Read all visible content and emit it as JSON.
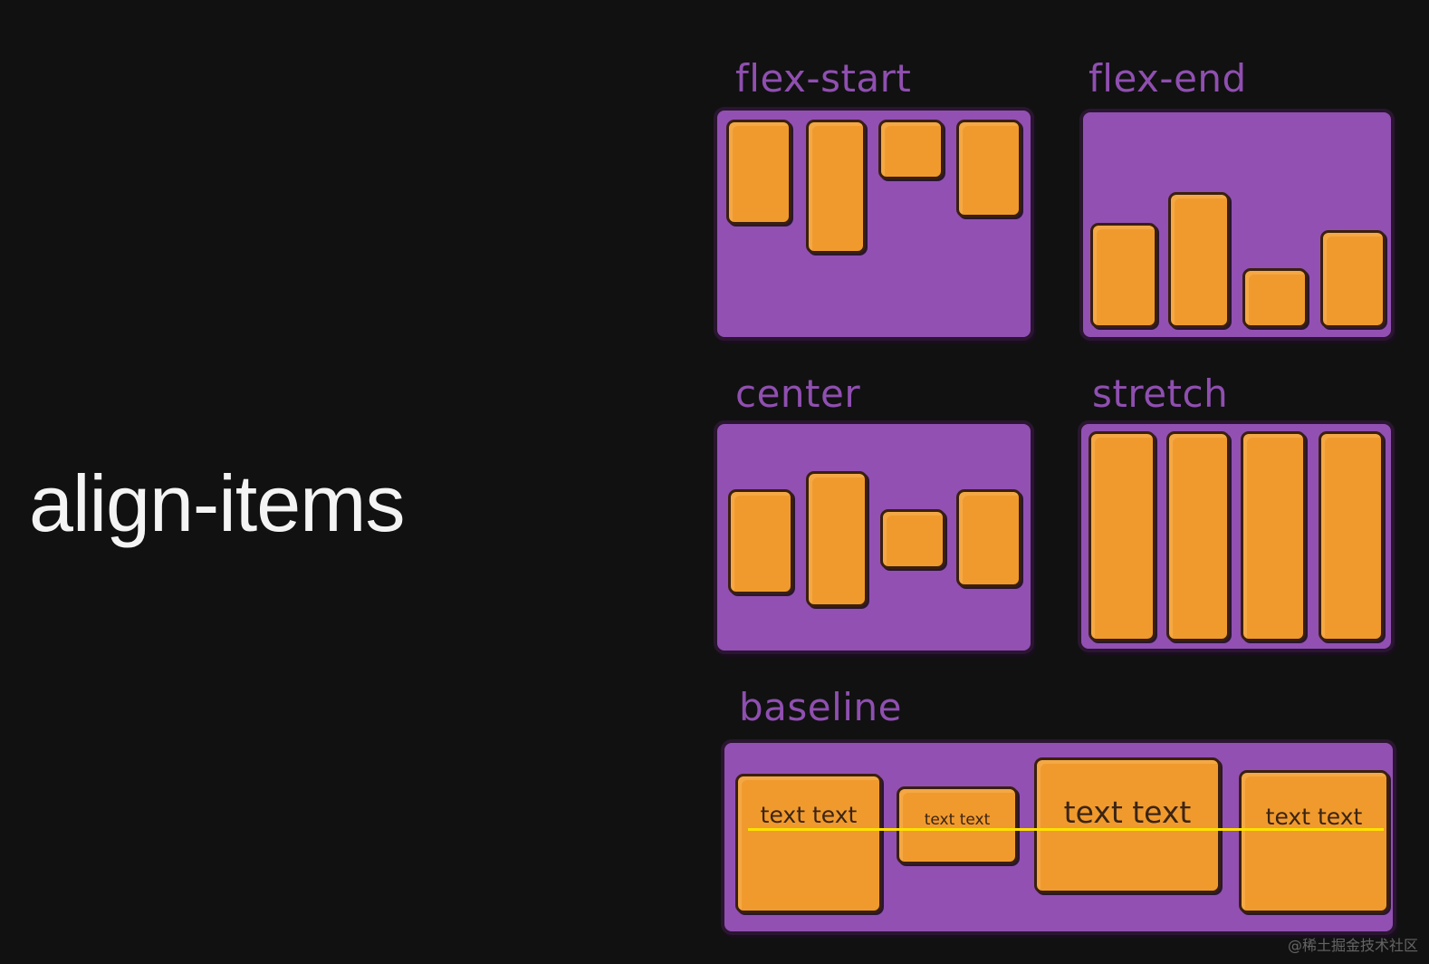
{
  "title": "align-items",
  "colors": {
    "background": "#111111",
    "container": "#9250b3",
    "item": "#f09a2e",
    "label": "#8f4fb0",
    "baseline": "#ffe100"
  },
  "panels": [
    {
      "label": "flex-start"
    },
    {
      "label": "flex-end"
    },
    {
      "label": "center"
    },
    {
      "label": "stretch"
    },
    {
      "label": "baseline",
      "items": [
        {
          "text": "text text"
        },
        {
          "text": "text text"
        },
        {
          "text": "text text"
        },
        {
          "text": "text text"
        }
      ]
    }
  ],
  "watermark": "@稀土掘金技术社区"
}
